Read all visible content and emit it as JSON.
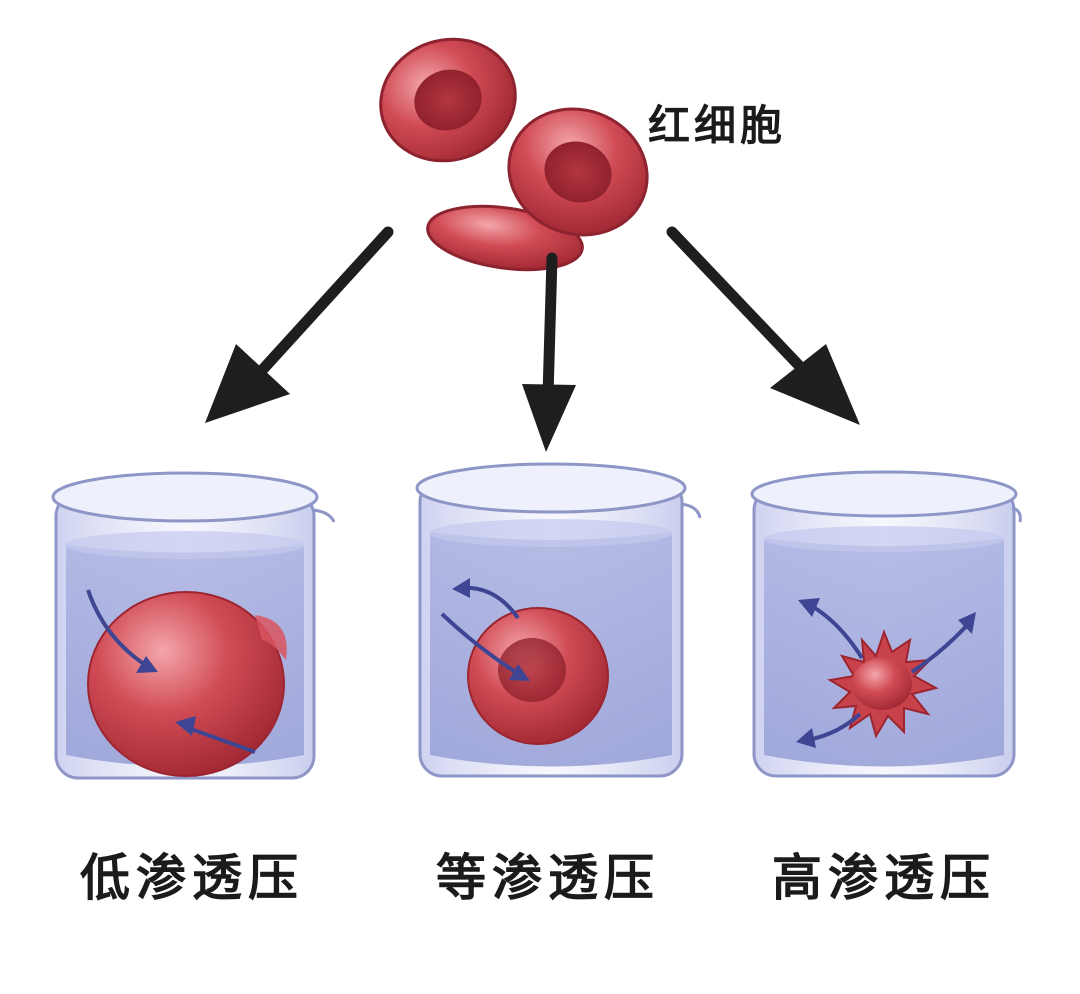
{
  "title": "红细胞",
  "conditions": [
    {
      "label": "低渗透压",
      "cell_state": "swollen"
    },
    {
      "label": "等渗透压",
      "cell_state": "normal"
    },
    {
      "label": "高渗透压",
      "cell_state": "crenated"
    }
  ],
  "colors": {
    "cell": "#c8424c",
    "cell_dark": "#a02a34",
    "cell_light": "#ef8f93",
    "water": "#b6bde6",
    "glass": "#e4e6f6",
    "glass_edge": "#8e96c8",
    "flow_arrow": "#3f4593",
    "arrow": "#1e1e1e"
  }
}
